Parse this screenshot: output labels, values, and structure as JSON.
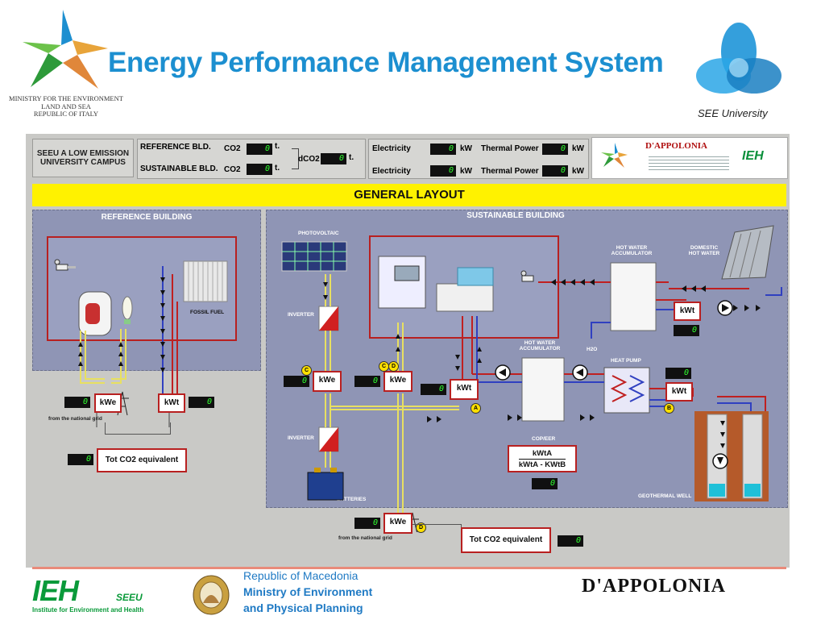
{
  "header": {
    "title": "Energy Performance Management System",
    "left_org": [
      "MINISTRY FOR THE ENVIRONMENT",
      "LAND AND SEA",
      "REPUBLIC OF ITALY"
    ],
    "right_org": "SEE University"
  },
  "status_bar": {
    "campus_label": [
      "SEEU A LOW EMISSION",
      "UNIVERSITY CAMPUS"
    ],
    "reference_label": "REFERENCE BLD.",
    "sustainable_label": "SUSTAINABLE BLD.",
    "co2_label": "CO2",
    "co2_unit": "t.",
    "co2_ref_value": "0",
    "co2_sus_value": "0",
    "dco2_label": "dCO2",
    "dco2_value": "0",
    "electricity_label": "Electricity",
    "elec_ref_value": "0",
    "elec_sus_value": "0",
    "kw_unit": "kW",
    "thermal_label": "Thermal Power",
    "thermal_ref_value": "0",
    "thermal_sus_value": "0",
    "dappolonia_small": "D'APPOLONIA",
    "ieh_small": "IEH"
  },
  "layout_title": "GENERAL LAYOUT",
  "reference_building": {
    "title": "REFERENCE BUILDING",
    "fossil_fuel": "FOSSIL FUEL",
    "kwe_label": "kWe",
    "kwt_label": "kWt",
    "kwe_value": "0",
    "kwt_value": "0",
    "grid_label": "from the national grid",
    "tot_co2_label": "Tot CO2 equivalent",
    "tot_co2_value": "0"
  },
  "sustainable_building": {
    "title": "SUSTAINABLE BUILDING",
    "photovoltaic": "PHOTOVOLTAIC",
    "inverter1": "INVERTER",
    "inverter2": "INVERTER",
    "batteries": "BATTERIES",
    "kwe_c_label": "kWe",
    "kwe_c_value": "0",
    "kwe_cd_label": "kWe",
    "kwe_cd_value": "0",
    "kwt_a_label": "kWt",
    "kwt_a_value": "0",
    "hw_acc_top": [
      "HOT WATER",
      "ACCUMULATOR"
    ],
    "domestic_hw": [
      "DOMESTIC",
      "HOT WATER"
    ],
    "kwt_top_label": "kWt",
    "kwt_top_value": "0",
    "hw_acc_mid": [
      "HOT WATER",
      "ACCUMULATOR"
    ],
    "h2o": "H2O",
    "heat_pump": "HEAT PUMP",
    "hp_value": "0",
    "kwt_b_label": "kWt",
    "kwt_b_value": "0",
    "cop_label": "COP/EER",
    "cop_num": "kWtA",
    "cop_den": "kWtA - KWtB",
    "cop_value": "0",
    "geothermal": "GEOTHERMAL WELL",
    "kwe_d_label": "kWe",
    "kwe_d_value": "0",
    "grid_label": "from the national grid",
    "tot_co2_label": "Tot CO2 equivalent",
    "tot_co2_value": "0",
    "markers": [
      "C",
      "C",
      "D",
      "A",
      "B",
      "D"
    ]
  },
  "footer": {
    "ieh_logo": "IEH",
    "ieh_seeu": "SEEU",
    "ieh_caption": "Institute for Environment and Health",
    "mac_line1": "Republic of Macedonia",
    "mac_line2": "Ministry of Environment",
    "mac_line3": "and Physical Planning",
    "dappolonia": "D'APPOLONIA"
  },
  "colors": {
    "title": "#1c8fd0",
    "section_bg": "#8f95b5",
    "hot_pipe": "#c02020",
    "cold_pipe": "#3040c0",
    "elec_pipe": "#e8e060",
    "highlight": "#fff200"
  }
}
